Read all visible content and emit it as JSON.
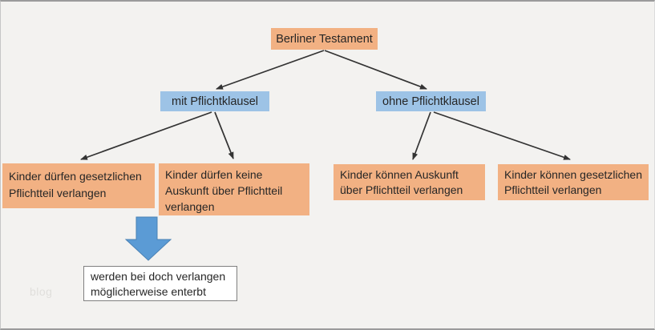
{
  "diagram": {
    "root_label": "Berliner Testament",
    "branches": [
      {
        "label": "mit Pflichtklausel"
      },
      {
        "label": "ohne Pflichtklausel"
      }
    ],
    "leaves": [
      {
        "label": "Kinder dürfen gesetzlichen Pflichtteil verlangen",
        "parent": "mit Pflichtklausel"
      },
      {
        "label": "Kinder dürfen keine Auskunft über Pflichtteil verlangen",
        "parent": "mit Pflichtklausel"
      },
      {
        "label": "Kinder können Auskunft über Pflichtteil verlangen",
        "parent": "ohne Pflichtklausel"
      },
      {
        "label": "Kinder können gesetzlichen Pflichtteil verlangen",
        "parent": "ohne Pflichtklausel"
      }
    ],
    "note_label": "werden bei doch verlangen möglicherweise enterbt"
  },
  "watermark": "blog",
  "icons": {
    "down_arrow": "down-arrow-icon"
  },
  "colors": {
    "background": "#f3f2f0",
    "node_orange": "#f2b183",
    "node_blue": "#9dc3e6",
    "arrow_fill": "#5b9bd5",
    "arrow_edge": "#4a81b4",
    "connector": "#333333",
    "note_border": "#808080",
    "text": "#262626",
    "frame_border": "#9b9b9b"
  }
}
